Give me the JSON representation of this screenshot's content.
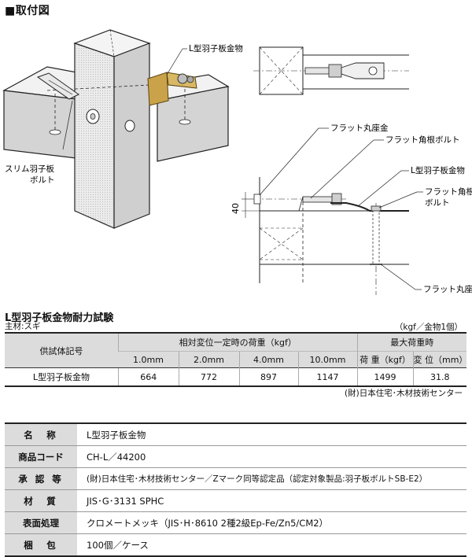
{
  "section_heading": "■取付図",
  "diagram": {
    "label_l_bracket_3d": "L型羽子板金物",
    "label_slim_bolt_line1": "スリム羽子板",
    "label_slim_bolt_line2": "ボルト",
    "label_flat_round_washer_top": "フラット丸座金",
    "label_flat_square_bolt_top": "フラット角根ボルト",
    "label_l_bracket_side": "L型羽子板金物",
    "label_flat_square_bolt_side_line1": "フラット角根",
    "label_flat_square_bolt_side_line2": "ボルト",
    "label_flat_round_washer_bottom": "フラット丸座金",
    "dimension_40": "40"
  },
  "test": {
    "title": "L型羽子板金物耐力試験",
    "material_note": "主材:スギ",
    "unit_note": "（kgf／金物1個）",
    "header_specimen": "供試体記号",
    "header_load_group": "相対変位一定時の荷重（kgf）",
    "header_max_group": "最大荷重時",
    "displacements": [
      "1.0mm",
      "2.0mm",
      "4.0mm",
      "10.0mm"
    ],
    "header_load": "荷 重（kgf）",
    "header_disp": "変 位（mm）",
    "row": {
      "specimen": "L型羽子板金物",
      "loads": [
        "664",
        "772",
        "897",
        "1147"
      ],
      "max_load": "1499",
      "max_disp": "31.8"
    },
    "source_note": "(財)日本住宅･木材技術センター"
  },
  "specs": [
    {
      "label": "名　称",
      "value": "L型羽子板金物"
    },
    {
      "label": "商品コード",
      "value": "CH-L／44200"
    },
    {
      "label": "承 認 等",
      "value": "(財)日本住宅･木材技術センター／Zマーク同等認定品（認定対象製品:羽子板ボルトSB-E2）"
    },
    {
      "label": "材　質",
      "value": "JIS･G･3131 SPHC"
    },
    {
      "label": "表面処理",
      "value": "クロメートメッキ（JIS･H･8610  2種2級Ep-Fe/Zn5/CM2）"
    },
    {
      "label": "梱　包",
      "value": "100個／ケース"
    }
  ]
}
